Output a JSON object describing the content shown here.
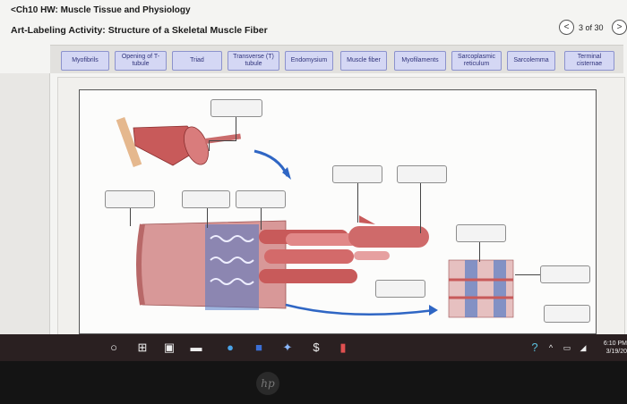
{
  "header": {
    "course_link": "<Ch10 HW: Muscle Tissue and Physiology",
    "activity_title": "Art-Labeling Activity: Structure of a Skeletal Muscle Fiber",
    "pager_prev": "<",
    "pager_text": "3 of 30",
    "pager_next": ">"
  },
  "label_bank": [
    {
      "label": "Myofibrils"
    },
    {
      "label": "Opening of T-tubule"
    },
    {
      "label": "Triad"
    },
    {
      "label": "Transverse (T) tubule"
    },
    {
      "label": "Endomysium"
    },
    {
      "label": "Muscle fiber"
    },
    {
      "label": "Myofilaments"
    },
    {
      "label": "Sarcoplasmic reticulum"
    },
    {
      "label": "Sarcolemma"
    },
    {
      "label": "Terminal cisternae"
    }
  ],
  "taskbar": {
    "start_icon": "start-circle-icon",
    "time": "6:10 PM",
    "date": "3/19/20"
  },
  "bezel": {
    "brand": "hp"
  },
  "colors": {
    "chip_fill": "#d4d7f4",
    "chip_border": "#8c92cd",
    "muscle_red": "#c85a5a",
    "tubule_blue": "#3f6fc4"
  }
}
